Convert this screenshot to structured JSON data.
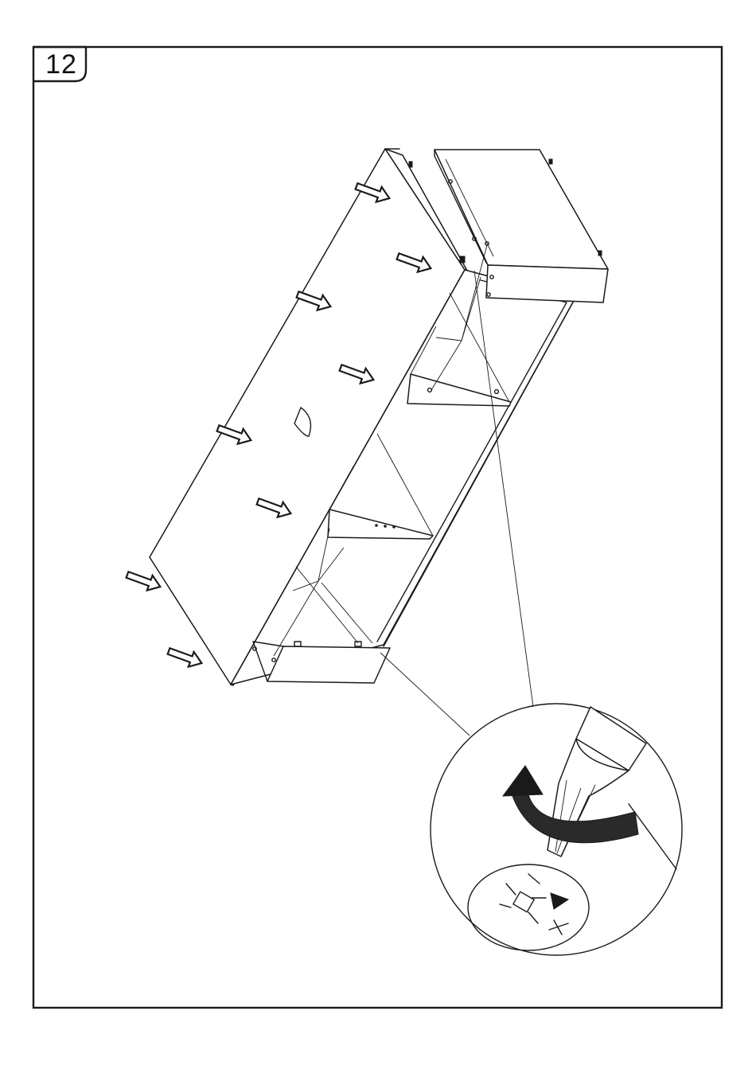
{
  "step": {
    "number": "12"
  },
  "diagram": {
    "push_arrow_count": 8,
    "detail": {
      "rotation_direction": "clockwise-arrow",
      "screw_settings": [
        "−",
        "+"
      ]
    }
  }
}
